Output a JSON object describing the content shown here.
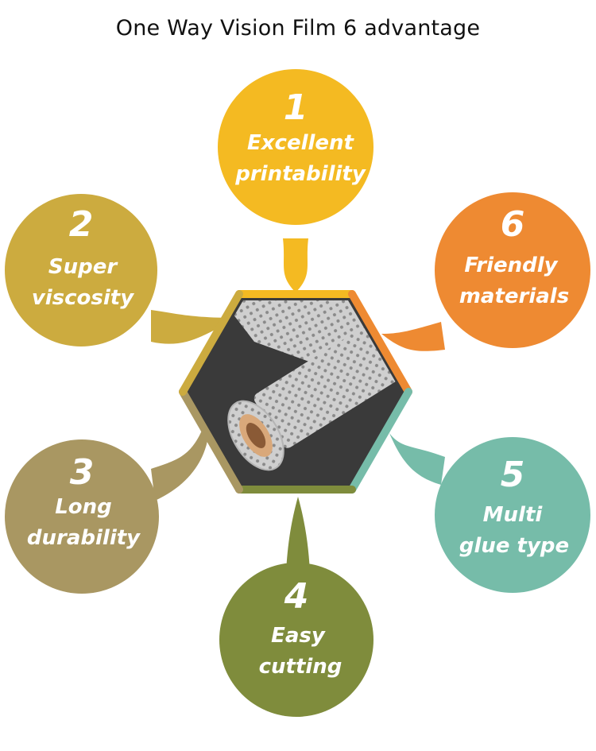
{
  "title": "One Way Vision Film 6 advantage",
  "advantages": [
    {
      "number": "1",
      "line1": "Excellent",
      "line2": "printability",
      "color": "#F4BA22"
    },
    {
      "number": "2",
      "line1": "Super",
      "line2": "viscosity",
      "color": "#CCAB3F"
    },
    {
      "number": "3",
      "line1": "Long",
      "line2": "durability",
      "color": "#A99762"
    },
    {
      "number": "4",
      "line1": "Easy",
      "line2": "cutting",
      "color": "#7F8C3C"
    },
    {
      "number": "5",
      "line1": "Multi",
      "line2": "glue type",
      "color": "#76BCA9"
    },
    {
      "number": "6",
      "line1": "Friendly",
      "line2": "materials",
      "color": "#EE8A32"
    }
  ],
  "center": {
    "icon": "perforated-film-roll-icon",
    "background": "#3A3A3A",
    "film_color": "#CFCFCF",
    "core_color": "#D9A87A"
  }
}
